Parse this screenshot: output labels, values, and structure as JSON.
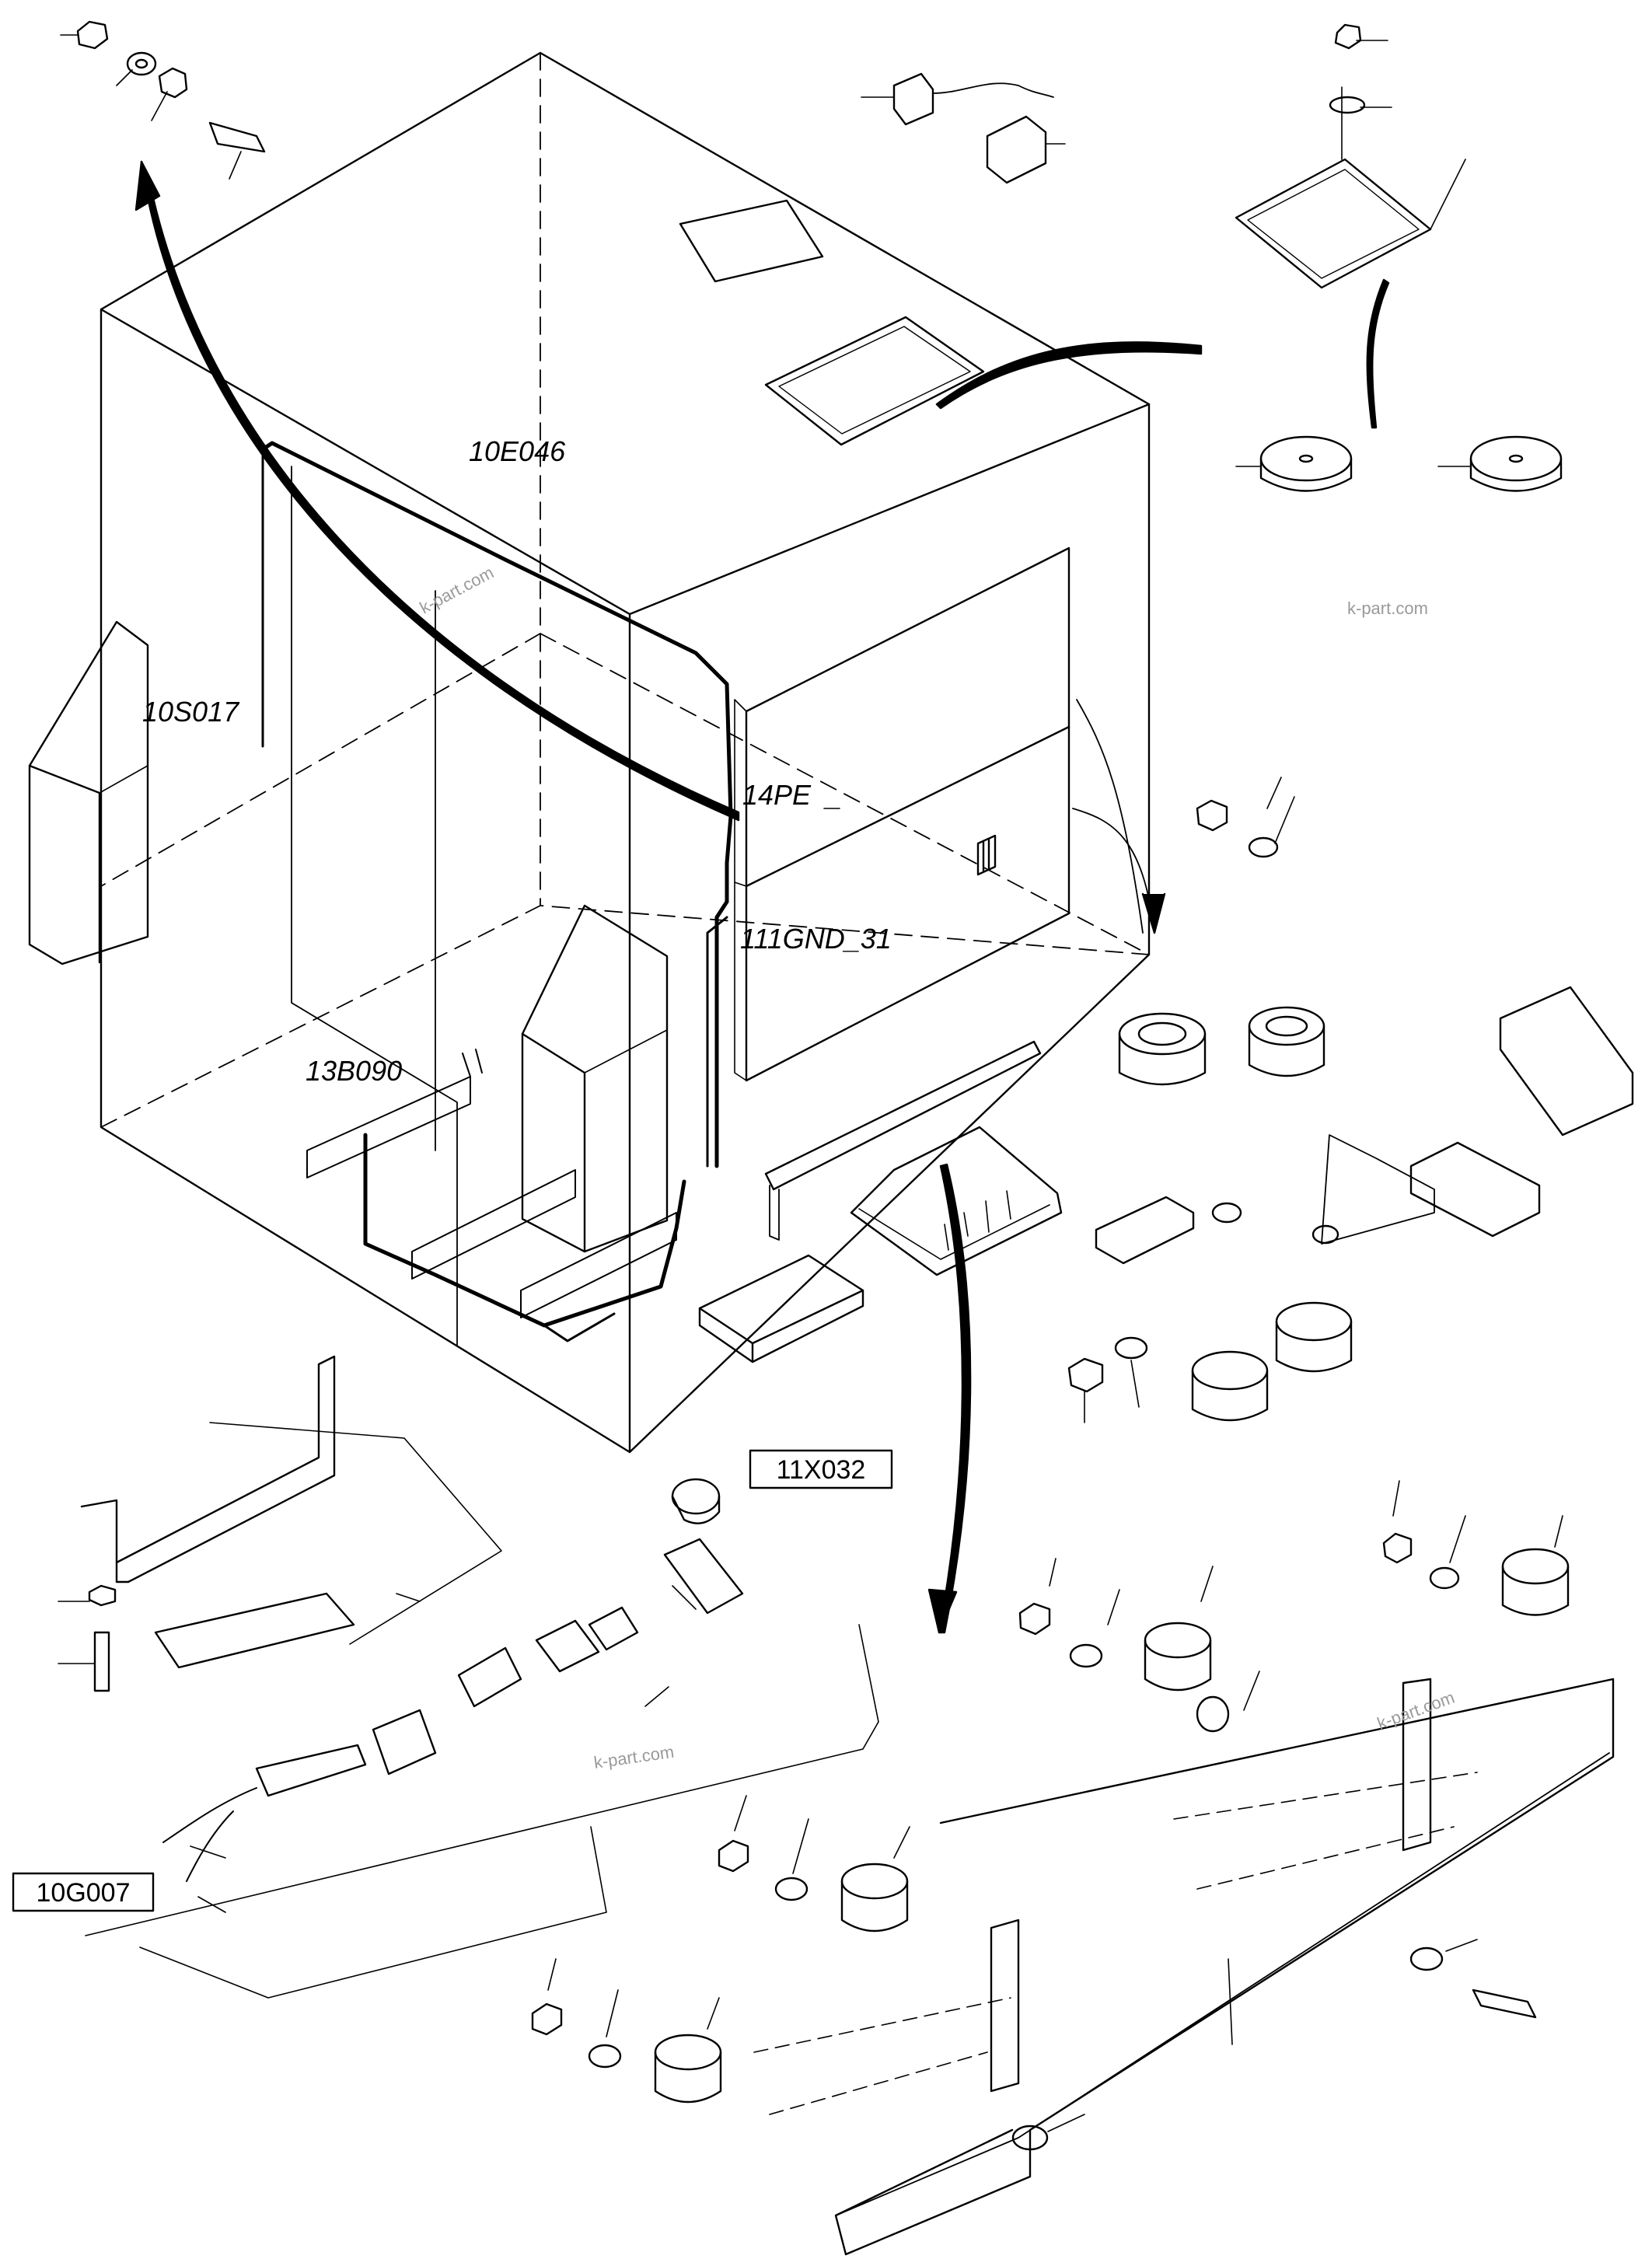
{
  "labels": {
    "e046": "10E046",
    "s017": "10S017",
    "pe": "14PE",
    "gnd": "111GND_31",
    "b090": "13B090"
  },
  "boxed_labels": {
    "x032": "11X032",
    "g007": "10G007"
  },
  "watermarks": {
    "w1": "k-part.com",
    "w2": "k-part.com",
    "w3": "k-part.com",
    "w4": "k-part.com"
  },
  "colors": {
    "line": "#000000",
    "background": "#ffffff",
    "watermark": "#9a9a9a"
  }
}
